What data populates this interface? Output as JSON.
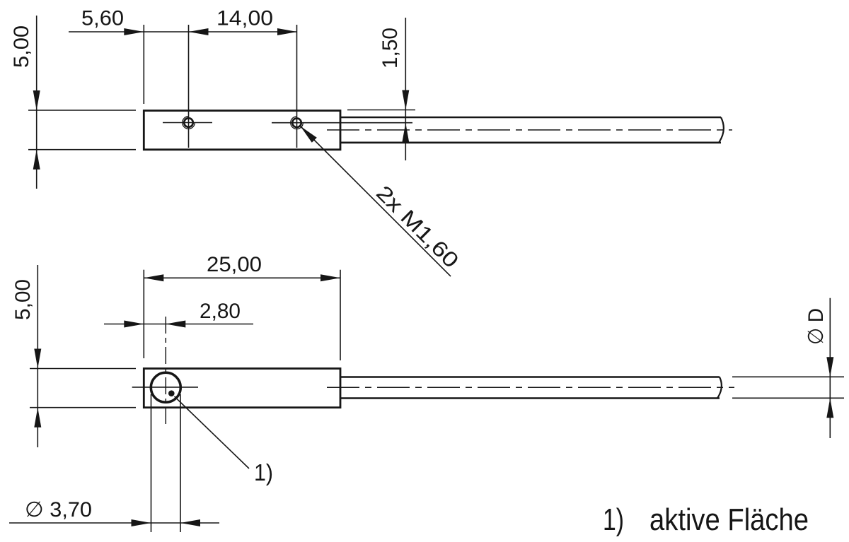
{
  "colors": {
    "line": "#161616",
    "background": "#ffffff"
  },
  "top_view": {
    "dim_edge_to_first_hole": "5,60",
    "dim_hole_spacing": "14,00",
    "dim_body_height": "5,00",
    "dim_hole_to_edge": "1,50",
    "thread_callout": "2x M1,60"
  },
  "front_view": {
    "dim_body_length": "25,00",
    "dim_face_center_offset": "2,80",
    "dim_body_height": "5,00",
    "dim_active_face_diameter": "∅ 3,70",
    "footnote_marker": "1)",
    "dim_cable_diameter": "∅ D"
  },
  "footnote": {
    "marker": "1)",
    "text": "aktive Fläche"
  }
}
